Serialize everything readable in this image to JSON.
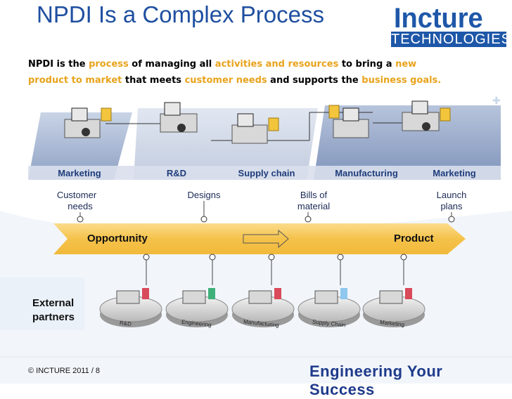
{
  "title": "NPDI Is a Complex Process",
  "logo": {
    "main": "Incture",
    "sub": "TECHNOLOGIES"
  },
  "intro": {
    "line1": [
      {
        "t": "NPDI is the ",
        "hl": false
      },
      {
        "t": "process",
        "hl": true
      },
      {
        "t": " of managing all ",
        "hl": false
      },
      {
        "t": "activities and resources",
        "hl": true
      },
      {
        "t": " to bring a ",
        "hl": false
      },
      {
        "t": "new",
        "hl": true
      }
    ],
    "line2": [
      {
        "t": "product to market",
        "hl": true
      },
      {
        "t": " that meets ",
        "hl": false
      },
      {
        "t": "customer needs",
        "hl": true
      },
      {
        "t": " and supports the ",
        "hl": false
      },
      {
        "t": "business goals.",
        "hl": true
      }
    ]
  },
  "departments": [
    "Marketing",
    "R&D",
    "Supply chain",
    "Manufacturing",
    "Marketing"
  ],
  "outputs": [
    {
      "line1": "Customer",
      "line2": "needs"
    },
    {
      "line1": "Designs",
      "line2": ""
    },
    {
      "line1": "Bills of",
      "line2": "material"
    },
    {
      "line1": "Launch",
      "line2": "plans"
    }
  ],
  "banner": {
    "left": "Opportunity",
    "right": "Product"
  },
  "external": {
    "line1": "External",
    "line2": "partners"
  },
  "partners": [
    "R&D",
    "Engineering",
    "Manufacturing",
    "Supply Chain",
    "Marketing"
  ],
  "footer": {
    "left": "© INCTURE 2011 / 8",
    "right": "Engineering Your Success"
  },
  "colors": {
    "title": "#1f4fa0",
    "highlight": "#e8a31c",
    "banner": "#f5c24a",
    "brand": "#1e57a8"
  }
}
